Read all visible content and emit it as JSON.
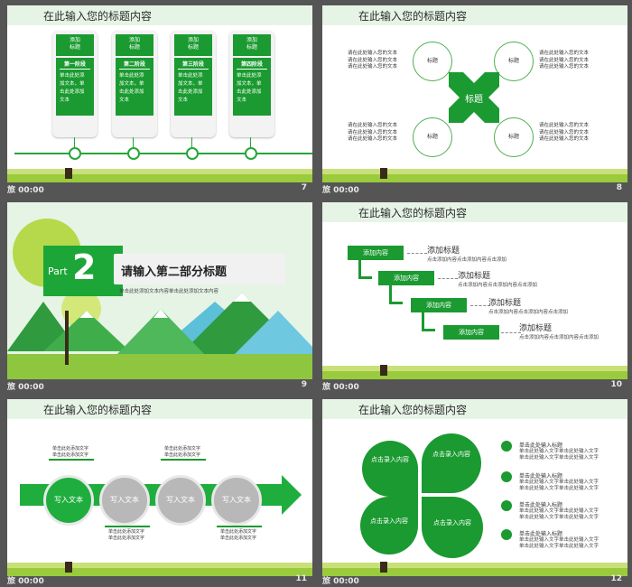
{
  "slides": {
    "s7": {
      "title": "在此输入您的标题内容",
      "cards": [
        {
          "top": "添加\n标题",
          "stage": "第一阶段",
          "body": "单击此处添加文本，单击此处添加文本"
        },
        {
          "top": "添加\n标题",
          "stage": "第二阶段",
          "body": "单击此处添加文本，单击此处添加文本"
        },
        {
          "top": "添加\n标题",
          "stage": "第三阶段",
          "body": "单击此处添加文本，单击此处添加文本"
        },
        {
          "top": "添加\n标题",
          "stage": "第四阶段",
          "body": "单击此处添加文本，单击此处添加文本"
        }
      ],
      "time": "00:00",
      "number": "7"
    },
    "s8": {
      "title": "在此输入您的标题内容",
      "center": "标题",
      "circle_label": "标题",
      "text_line": "请在此处输入您的文本",
      "time": "00:00",
      "number": "8"
    },
    "s9": {
      "part_label": "Part",
      "part_number": "2",
      "heading": "请输入第二部分标题",
      "subtitle": "单击此处添加文本内容单击此处添加文本内容",
      "time": "00:00",
      "number": "9"
    },
    "s10": {
      "title": "在此输入您的标题内容",
      "button": "添加内容",
      "heading": "添加标题",
      "desc": "点击添加内容点击添加内容点击添加",
      "time": "00:00",
      "number": "10"
    },
    "s11": {
      "title": "在此输入您的标题内容",
      "circles": [
        "写入文本",
        "写入文本",
        "写入文本",
        "写入文本"
      ],
      "label_line": "单击此处添加文字",
      "time": "00:00",
      "number": "11"
    },
    "s12": {
      "title": "在此输入您的标题内容",
      "leaves": [
        "点击录入内容",
        "点击录入内容",
        "点击录入内容",
        "点击录入内容"
      ],
      "item_heading": "单击此处输入标题",
      "item_text": "单击此处输入文字单击此处输入文字",
      "time": "00:00",
      "number": "12"
    }
  },
  "footer_prefix": "旅",
  "colors": {
    "accent": "#1a9a30",
    "header": "#e6f4e6",
    "background": "#555555"
  }
}
